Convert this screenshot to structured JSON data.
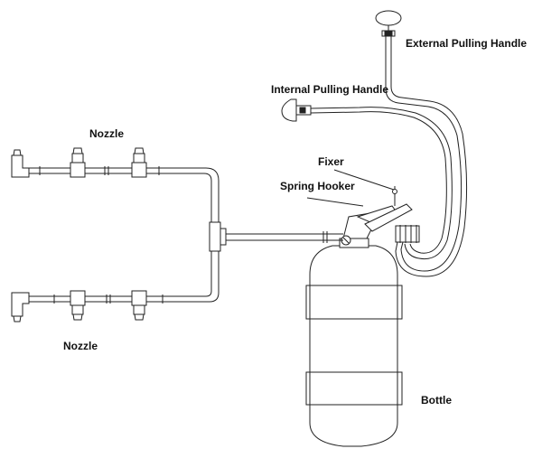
{
  "labels": {
    "external_handle": "External Pulling Handle",
    "internal_handle": "Internal Pulling Handle",
    "fixer": "Fixer",
    "spring_hooker": "Spring Hooker",
    "nozzle_top": "Nozzle",
    "nozzle_bottom": "Nozzle",
    "bottle": "Bottle"
  },
  "colors": {
    "line": "#222222",
    "background": "#ffffff"
  }
}
